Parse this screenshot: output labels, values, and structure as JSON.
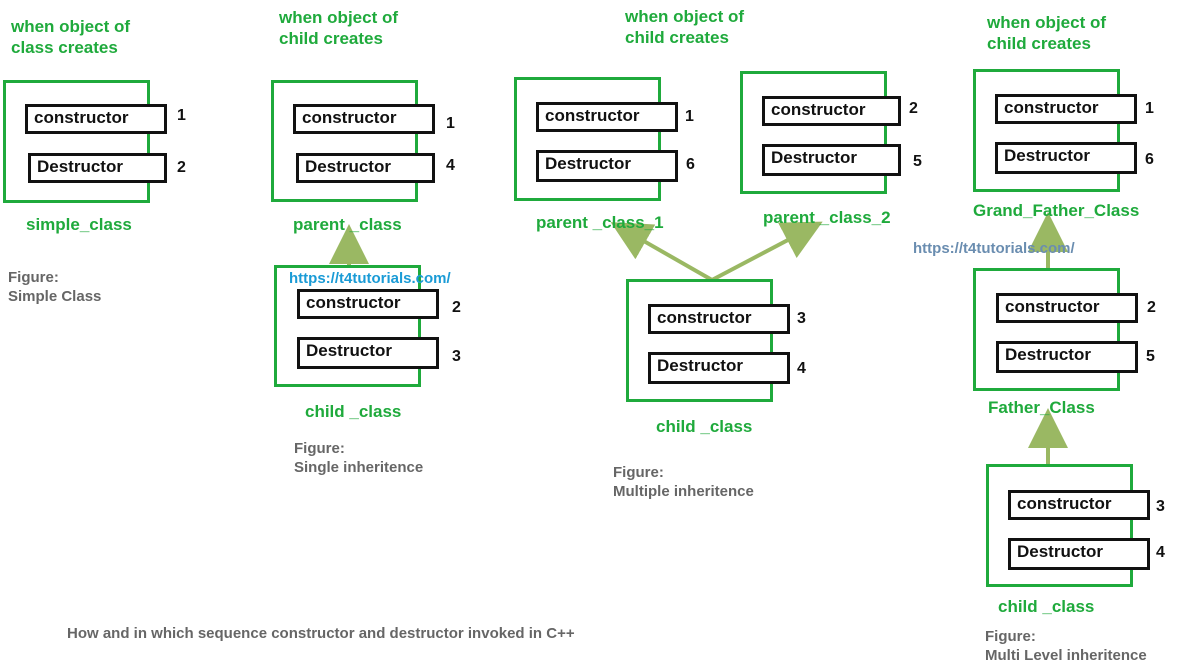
{
  "colors": {
    "class_green": "#1faa3c",
    "arrow": "#9ab863",
    "url_blue_1": "#1a9bd6",
    "url_blue_2": "#6a8db0",
    "gray": "#666666"
  },
  "headings": {
    "simple": [
      "when object of",
      "class creates"
    ],
    "single": [
      "when object of",
      "child creates"
    ],
    "multiple": [
      "when object of",
      "child creates"
    ],
    "multilevel": [
      "when object of",
      "child creates"
    ]
  },
  "method_names": {
    "ctor": "constructor",
    "dtor": "Destructor"
  },
  "classes": {
    "simple_class": {
      "name": "simple_class",
      "ctor_order": "1",
      "dtor_order": "2"
    },
    "single_parent": {
      "name": "parent _class",
      "ctor_order": "1",
      "dtor_order": "4"
    },
    "single_child": {
      "name": "child _class",
      "ctor_order": "2",
      "dtor_order": "3"
    },
    "multi_parent1": {
      "name": "parent _class_1",
      "ctor_order": "1",
      "dtor_order": "6"
    },
    "multi_parent2": {
      "name": "parent _class_2",
      "ctor_order": "2",
      "dtor_order": "5"
    },
    "multi_child": {
      "name": "child _class",
      "ctor_order": "3",
      "dtor_order": "4"
    },
    "ml_grandfather": {
      "name": "Grand_Father_Class",
      "ctor_order": "1",
      "dtor_order": "6"
    },
    "ml_father": {
      "name": "Father_Class",
      "ctor_order": "2",
      "dtor_order": "5"
    },
    "ml_child": {
      "name": "child _class",
      "ctor_order": "3",
      "dtor_order": "4"
    }
  },
  "figures": {
    "simple": [
      "Figure:",
      "Simple Class"
    ],
    "single": [
      "Figure:",
      "Single inheritence"
    ],
    "multiple": [
      "Figure:",
      "Multiple inheritence"
    ],
    "multilevel": [
      "Figure:",
      "Multi Level inheritence"
    ]
  },
  "url": "https://t4tutorials.com/",
  "caption": "How and in which sequence constructor and destructor invoked in C++"
}
